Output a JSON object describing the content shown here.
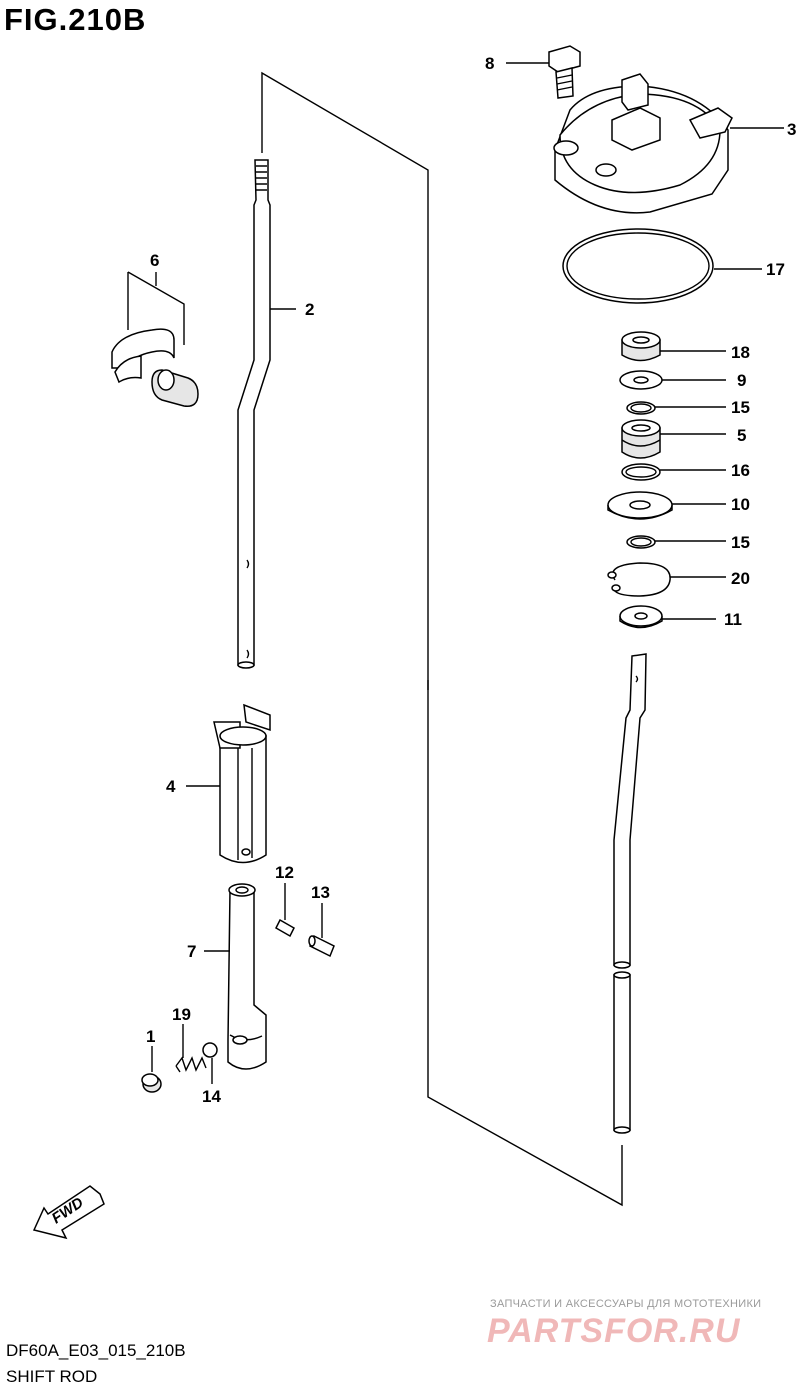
{
  "figure": {
    "title": "FIG.210B",
    "code": "DF60A_E03_015_210B",
    "caption": "SHIFT ROD",
    "direction_label": "FWD"
  },
  "callouts": [
    {
      "id": "c8",
      "label": "8"
    },
    {
      "id": "c3",
      "label": "3"
    },
    {
      "id": "c17",
      "label": "17"
    },
    {
      "id": "c18",
      "label": "18"
    },
    {
      "id": "c9",
      "label": "9"
    },
    {
      "id": "c15a",
      "label": "15"
    },
    {
      "id": "c5",
      "label": "5"
    },
    {
      "id": "c16",
      "label": "16"
    },
    {
      "id": "c10",
      "label": "10"
    },
    {
      "id": "c15b",
      "label": "15"
    },
    {
      "id": "c20",
      "label": "20"
    },
    {
      "id": "c11",
      "label": "11"
    },
    {
      "id": "c6",
      "label": "6"
    },
    {
      "id": "c2",
      "label": "2"
    },
    {
      "id": "c4",
      "label": "4"
    },
    {
      "id": "c12",
      "label": "12"
    },
    {
      "id": "c13",
      "label": "13"
    },
    {
      "id": "c7",
      "label": "7"
    },
    {
      "id": "c19",
      "label": "19"
    },
    {
      "id": "c1",
      "label": "1"
    },
    {
      "id": "c14",
      "label": "14"
    }
  ],
  "watermark": {
    "text": "ЗАПЧАСТИ И АКСЕССУАРЫ ДЛЯ МОТОТЕХНИКИ",
    "logo": "PARTSFOR.RU",
    "color": "#f0b8b8"
  }
}
